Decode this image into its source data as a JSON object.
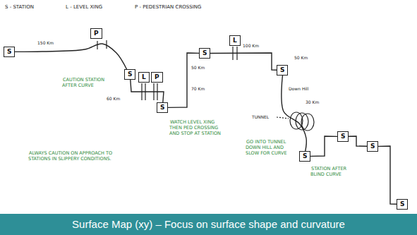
{
  "diagram": {
    "caption": "Surface Map (xy) – Focus on surface shape and curvature",
    "nodes": [
      {
        "text": [
          "S"
        ]
      },
      {
        "text": [
          "P"
        ]
      },
      {
        "text": [
          "S"
        ]
      },
      {
        "text": [
          "L"
        ]
      },
      {
        "text": [
          "P"
        ]
      },
      {
        "text": [
          "S"
        ]
      },
      {
        "text": [
          "S"
        ]
      },
      {
        "text": [
          "L"
        ]
      },
      {
        "text": [
          "S"
        ]
      },
      {
        "text": [
          "S"
        ]
      },
      {
        "text": [
          "S"
        ]
      },
      {
        "text": [
          "S"
        ]
      },
      {
        "text": [
          "S"
        ]
      }
    ],
    "edges": [
      {
        "from": 0,
        "to": 2,
        "arrow": "none"
      },
      {
        "from": 2,
        "to": 5,
        "arrow": "none"
      },
      {
        "from": 5,
        "to": 6,
        "arrow": "none"
      },
      {
        "from": 6,
        "to": 8,
        "arrow": "none"
      },
      {
        "from": 8,
        "to": 9,
        "arrow": "none"
      },
      {
        "from": 9,
        "to": 10,
        "arrow": "none"
      },
      {
        "from": 10,
        "to": 11,
        "arrow": "none"
      },
      {
        "from": 11,
        "to": 12,
        "arrow": "none"
      }
    ],
    "labels": [
      "S - STATION",
      "L - LEVEL XING",
      "P - PEDESTRIAN CROSSING",
      "150 Km",
      "60 Km",
      "CAUTION STATION AFTER CURVE",
      "WATCH LEVEL XING THEN PED CROSSING AND STOP AT STATION",
      "50 Km",
      "70 Km",
      "100 Km",
      "50 Km",
      "Down Hill",
      "30 Km",
      "TUNNEL",
      "GO INTO TUNNEL DOWN HILL AND SLOW FOR CURVE",
      "STATION AFTER BLIND CURVE",
      "ALWAYS CAUTION ON APPROACH TO STATIONS IN SLIPPERY CONDITIONS."
    ]
  }
}
